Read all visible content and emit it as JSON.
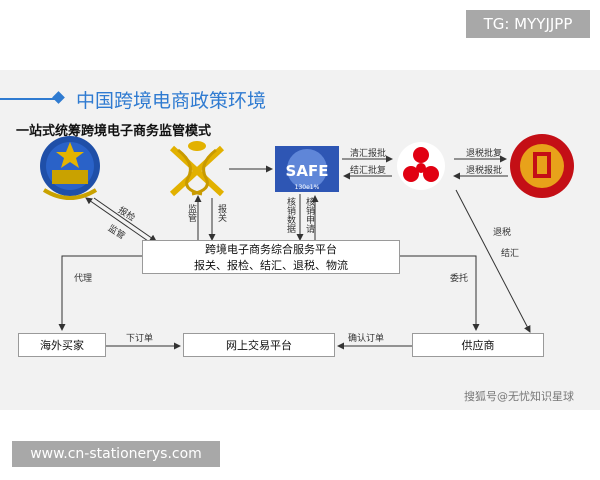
{
  "tg_label": "TG: MYYJJPP",
  "title": "中国跨境电商政策环境",
  "subtitle": "一站式统筹跨境电子商务监管模式",
  "logos": {
    "customs": "customs-emblem",
    "caduceus": "caduceus",
    "safe": "SAFE",
    "pboc": "pboc",
    "tax": "tax-emblem"
  },
  "safe_text": "SAFE",
  "safe_subtext": "130e1%",
  "boxes": {
    "platform_line1": "跨境电子商务综合服务平台",
    "platform_line2": "报关、报检、结汇、退税、物流",
    "buyer": "海外买家",
    "trade": "网上交易平台",
    "supplier": "供应商"
  },
  "edges": {
    "baojian": "报检",
    "jianguan": "监管",
    "jianguan2": "监管",
    "baoguan": "报关",
    "hexiao_data": "核销数据",
    "hexiao_apply": "核销申请",
    "qinghui_pipi": "清汇报批",
    "jiehui_pifu": "结汇批复",
    "tuishui_pifu": "退税批复",
    "tuishui_baopi": "退税报批",
    "tuishui": "退税",
    "jiehui": "结汇",
    "daili": "代理",
    "weituo": "委托",
    "xia_dingdan": "下订单",
    "queren_dingdan": "确认订单"
  },
  "watermark": "搜狐号@无忧知识星球",
  "site": "www.cn-stationerys.com"
}
